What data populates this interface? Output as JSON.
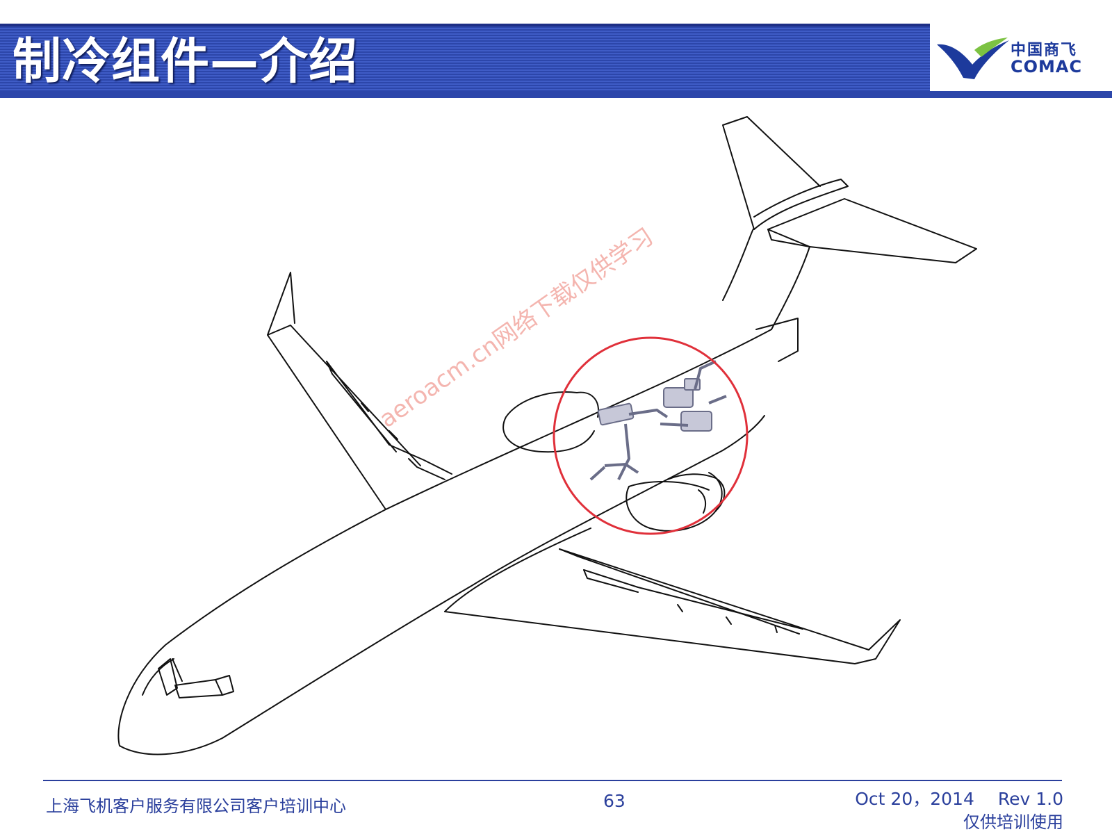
{
  "slide": {
    "title": "制冷组件—介绍",
    "page_number": "63"
  },
  "logo": {
    "chinese": "中国商飞",
    "english": "COMAC"
  },
  "watermark": "aeroacm.cn网络下载仅供学习",
  "footer": {
    "organization": "上海飞机客户服务有限公司客户培训中心",
    "date": "Oct 20，2014",
    "revision": "Rev 1.0",
    "note": "仅供培训使用"
  },
  "colors": {
    "title_bar": "#2c46aa",
    "text_blue": "#2a3f9c",
    "highlight_circle": "#e0303a",
    "logo_green": "#7cc242"
  }
}
